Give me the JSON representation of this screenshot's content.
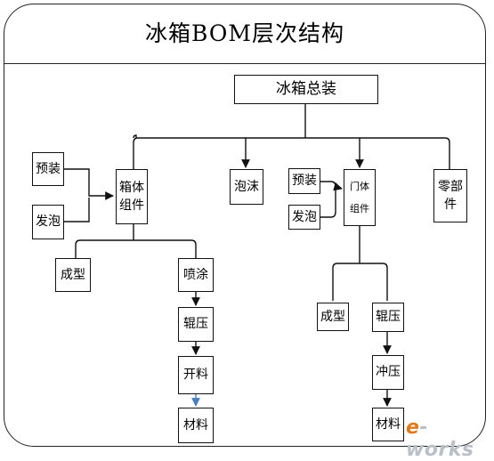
{
  "title": "冰箱BOM层次结构",
  "nodes": {
    "root": "冰箱总装",
    "yuzhuang_left": "预装",
    "fapao_left": "发泡",
    "xiangti": "箱体\n组件",
    "chengxing_left": "成型",
    "penu": "喷涂",
    "gunya_left": "辊压",
    "kailiao": "开料",
    "cailiao_left": "材料",
    "paomo": "泡沫",
    "yuzhuang_right": "预装",
    "fapao_right": "发泡",
    "menti": "门体\n组件",
    "lingbujian": "零部\n件",
    "chengxing_right": "成型",
    "gunya_right": "辊压",
    "chongya": "冲压",
    "cailiao_right": "材料"
  },
  "watermark": {
    "e": "e",
    "rest": "-works"
  },
  "colors": {
    "line": "#111111",
    "accent_arrow": "#4a7cc0",
    "logo_orange": "#e07a1e",
    "logo_gray": "#b9c0c8"
  }
}
